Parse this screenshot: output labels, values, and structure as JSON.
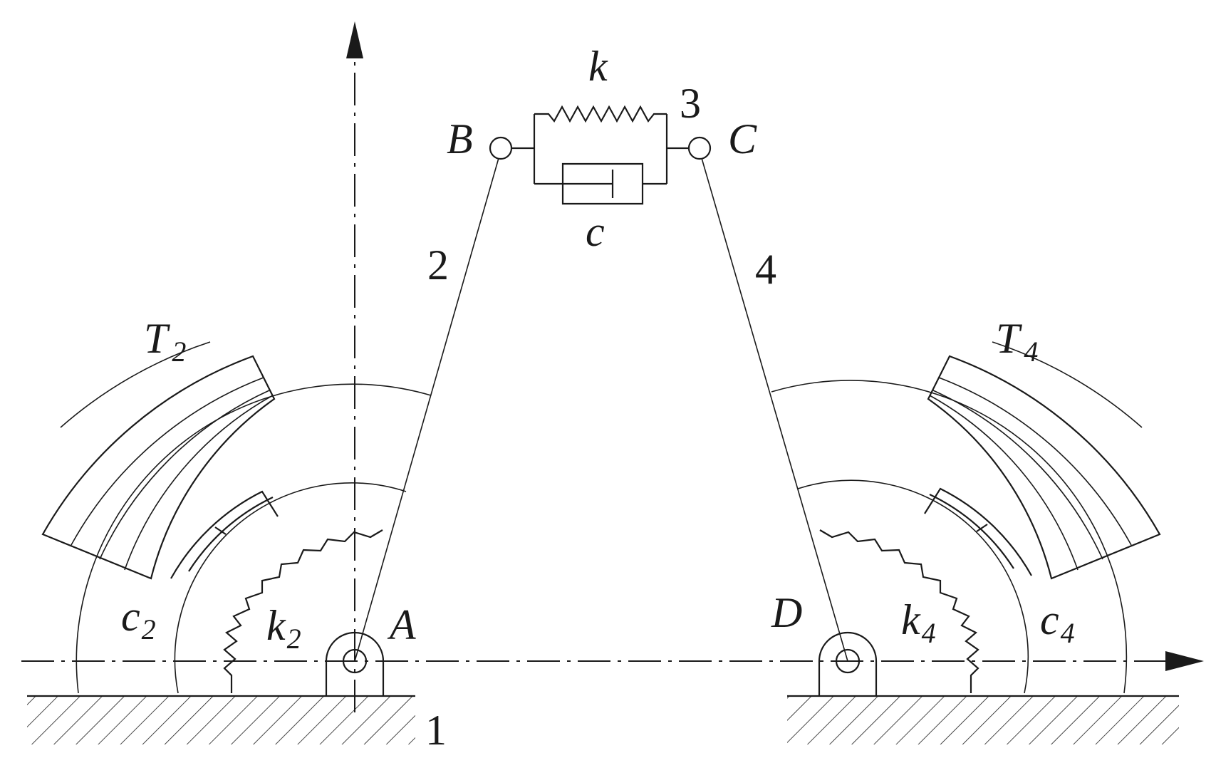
{
  "labels": {
    "ground": "1",
    "link_AB": "2",
    "coupler": "3",
    "link_CD": "4",
    "joint_A": "A",
    "joint_B": "B",
    "joint_C": "C",
    "joint_D": "D",
    "spring": "k",
    "damper": "c",
    "left_torque": {
      "main": "T",
      "sub": "2"
    },
    "right_torque": {
      "main": "T",
      "sub": "4"
    },
    "left_damping": {
      "main": "c",
      "sub": "2"
    },
    "right_damping": {
      "main": "c",
      "sub": "4"
    },
    "left_stiffness": {
      "main": "k",
      "sub": "2"
    },
    "right_stiffness": {
      "main": "k",
      "sub": "4"
    }
  }
}
